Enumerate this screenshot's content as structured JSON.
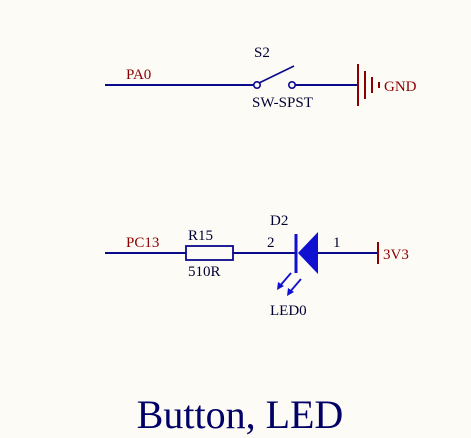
{
  "colors": {
    "background": "#fdfbf5",
    "wire": "#0a0a8c",
    "power": "#8b0000",
    "label_dark": "#000033",
    "net_label": "#8b0000",
    "led_fill": "#1010d0",
    "title": "#000066"
  },
  "switch_circuit": {
    "net_label": "PA0",
    "designator": "S2",
    "part_value": "SW-SPST",
    "ground_label": "GND"
  },
  "led_circuit": {
    "net_label": "PC13",
    "resistor_designator": "R15",
    "resistor_value": "510R",
    "pin_2": "2",
    "led_designator": "D2",
    "pin_1": "1",
    "supply_label": "3V3",
    "led_net": "LED0"
  },
  "caption": "Button, LED"
}
